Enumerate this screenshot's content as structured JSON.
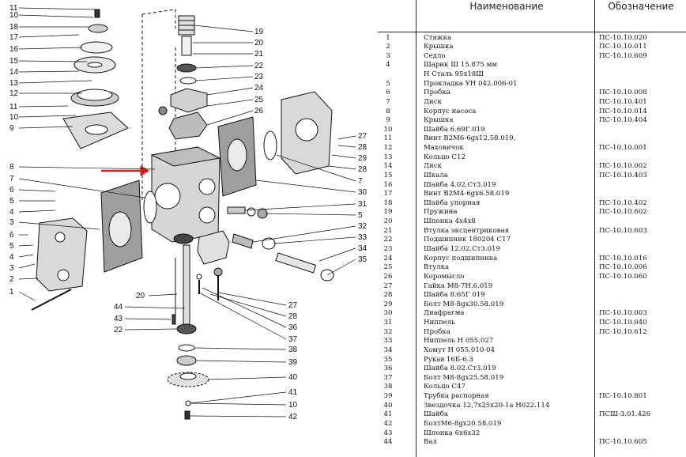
{
  "table": {
    "header_name": "Наименование",
    "header_code": "Обозначение",
    "rows": [
      {
        "num": "1",
        "name": "Стяжка",
        "code": "ПС-10.10.020"
      },
      {
        "num": "2",
        "name": "Крышка",
        "code": "ПС-10.10.011"
      },
      {
        "num": "3",
        "name": "Седло",
        "code": "ПС-10.10.609"
      },
      {
        "num": "4",
        "name": "Шарик Ш 15.875 мм",
        "code": ""
      },
      {
        "num": "",
        "name": "Н Сталь 95х18Ш",
        "code": ""
      },
      {
        "num": "5",
        "name": "Прокладка УН 042.006-01",
        "code": ""
      },
      {
        "num": "6",
        "name": "Пробка",
        "code": "ПС-10.10.008"
      },
      {
        "num": "7",
        "name": "Диск",
        "code": "ПС-10.10.401"
      },
      {
        "num": "8",
        "name": "Корпус насоса",
        "code": "ПС-10.10.014"
      },
      {
        "num": "9",
        "name": "Крышка",
        "code": "ПС-10.10.404"
      },
      {
        "num": "10",
        "name": "Шайба 6.69Г.019",
        "code": ""
      },
      {
        "num": "11",
        "name": "Винт В2М6-6gх12.58.019,",
        "code": ""
      },
      {
        "num": "12",
        "name": "Маховичок",
        "code": "ПС-10.10.001"
      },
      {
        "num": "13",
        "name": "Кольцо С12",
        "code": ""
      },
      {
        "num": "14",
        "name": "Диск",
        "code": "ПС-10.10.002"
      },
      {
        "num": "15",
        "name": "Шкала",
        "code": "ПС-10.10.403"
      },
      {
        "num": "16",
        "name": "Шайба 4.02.Ст3.019",
        "code": ""
      },
      {
        "num": "17",
        "name": "Винт В2М4-6gх6.58.019",
        "code": ""
      },
      {
        "num": "18",
        "name": "Шайба упорная",
        "code": "ПС-10.10.402"
      },
      {
        "num": "19",
        "name": "Пружина",
        "code": "ПС-10.10.602"
      },
      {
        "num": "20",
        "name": "Шпонка 4х4х8",
        "code": ""
      },
      {
        "num": "21",
        "name": "Втулка эксцентриковая",
        "code": "ПС-10.10.603"
      },
      {
        "num": "22",
        "name": "Подшипник 180204 С17",
        "code": ""
      },
      {
        "num": "23",
        "name": "Шайба 12.02.Ст3.019",
        "code": ""
      },
      {
        "num": "24",
        "name": "Корпус подшипника",
        "code": "ПС-10.10.016"
      },
      {
        "num": "25",
        "name": "Втулка",
        "code": "ПС-10.10.006"
      },
      {
        "num": "26",
        "name": "Коромысло",
        "code": "ПС-10.10.060"
      },
      {
        "num": "27",
        "name": "Гайка М8-7Н.6.019",
        "code": ""
      },
      {
        "num": "28",
        "name": "Шайба 8.65Г 019",
        "code": ""
      },
      {
        "num": "29",
        "name": "Болт М8-8gх30.58.019",
        "code": ""
      },
      {
        "num": "30",
        "name": "Диафрагма",
        "code": "ПС-10.10.003"
      },
      {
        "num": "31",
        "name": "Ниппель",
        "code": "ПС-10.10.040"
      },
      {
        "num": "32",
        "name": "Пробка",
        "code": "ПС-10.10.612"
      },
      {
        "num": "33",
        "name": "Ниппель Н 055.027",
        "code": ""
      },
      {
        "num": "34",
        "name": "Хомут Н 055.010-04",
        "code": ""
      },
      {
        "num": "35",
        "name": "Рукав 16Б-6.3",
        "code": ""
      },
      {
        "num": "36",
        "name": "Шайба 8.02.Ст3.019",
        "code": ""
      },
      {
        "num": "37",
        "name": "Болт М8-8gх25.58.019",
        "code": ""
      },
      {
        "num": "38",
        "name": "Кольцо С47",
        "code": ""
      },
      {
        "num": "39",
        "name": "Трубка распорная",
        "code": "ПС-10.10.801"
      },
      {
        "num": "40",
        "name": "Звездочка 12,7х25х20-1а     Н022.114",
        "code": ""
      },
      {
        "num": "41",
        "name": "Шайба",
        "code": "ПСШ-3.01.426"
      },
      {
        "num": "42",
        "name": "БолтМ6-8gх20.58.019",
        "code": ""
      },
      {
        "num": "43",
        "name": "Шпонка 6х6х32",
        "code": ""
      },
      {
        "num": "44",
        "name": "Вал",
        "code": "ПС-10.10.605"
      }
    ]
  },
  "diagram": {
    "arrow_color": "#d81e1e",
    "callouts_left": [
      "11",
      "10",
      "18",
      "17",
      "16",
      "15",
      "14",
      "13",
      "12",
      "11",
      "10",
      "9",
      "8",
      "7",
      "6",
      "5",
      "4",
      "3",
      "6",
      "5",
      "4",
      "3",
      "2",
      "1"
    ],
    "callouts_right": [
      "19",
      "20",
      "21",
      "22",
      "23",
      "24",
      "25",
      "26",
      "27",
      "28",
      "29",
      "28",
      "7",
      "30",
      "31",
      "5",
      "32",
      "33",
      "34",
      "35"
    ],
    "callouts_bottom_left": [
      "20",
      "44",
      "43",
      "22"
    ],
    "callouts_bottom_right": [
      "27",
      "28",
      "36",
      "37",
      "38",
      "39",
      "40",
      "41",
      "10",
      "42"
    ]
  }
}
